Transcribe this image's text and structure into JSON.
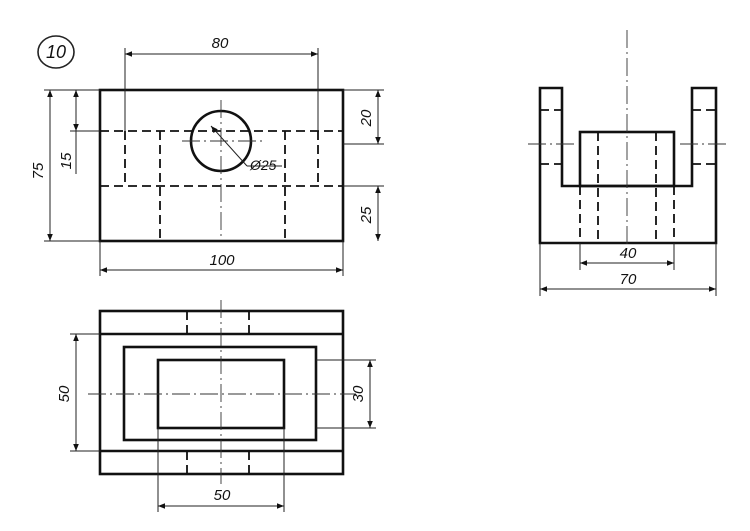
{
  "drawing": {
    "badge": "10",
    "dimensions": {
      "front_width_top": "80",
      "front_height": "75",
      "front_offset": "15",
      "front_upper": "20",
      "front_lower": "25",
      "front_width": "100",
      "hole_diameter": "Ø25",
      "side_inner": "40",
      "side_width": "70",
      "top_depth": "50",
      "top_inner": "30",
      "top_width_bottom": "50"
    },
    "colors": {
      "line": "#111111",
      "background": "#ffffff"
    }
  }
}
